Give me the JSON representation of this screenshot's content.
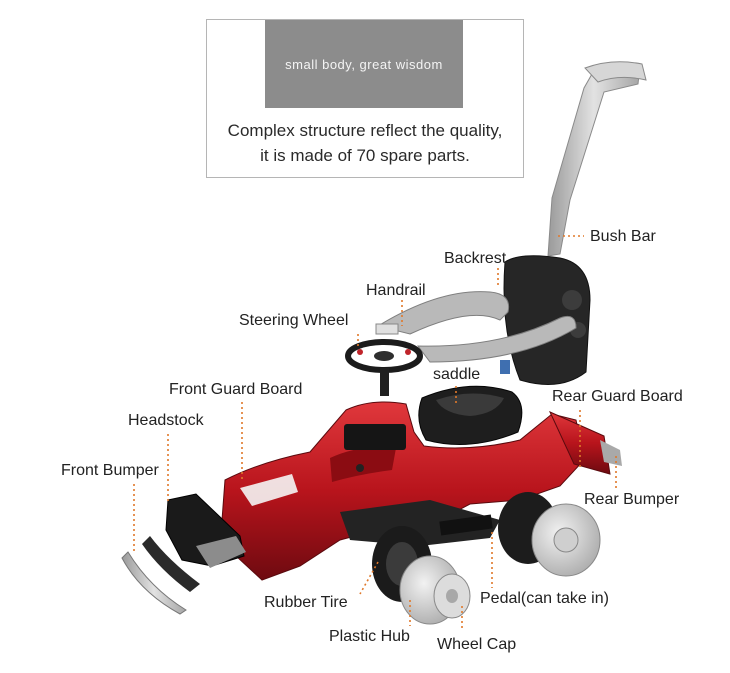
{
  "banner": {
    "tagline": "small body, great wisdom"
  },
  "intro": {
    "line1": "Complex structure reflect the quality,",
    "line2": "it is made of 70 spare parts."
  },
  "parts": {
    "bush_bar": "Bush Bar",
    "backrest": "Backrest",
    "handrail": "Handrail",
    "steering_wheel": "Steering Wheel",
    "saddle": "saddle",
    "front_guard_board": "Front Guard Board",
    "headstock": "Headstock",
    "front_bumper": "Front Bumper",
    "rear_guard_board": "Rear Guard Board",
    "rear_bumper": "Rear Bumper",
    "rubber_tire": "Rubber Tire",
    "pedal": "Pedal(can take in)",
    "plastic_hub": "Plastic Hub",
    "wheel_cap": "Wheel Cap"
  },
  "colors": {
    "car_body": "#b8141c",
    "leader_line": "#e0782a",
    "banner": "#8c8c8c",
    "handle": "#c9c9c9"
  }
}
